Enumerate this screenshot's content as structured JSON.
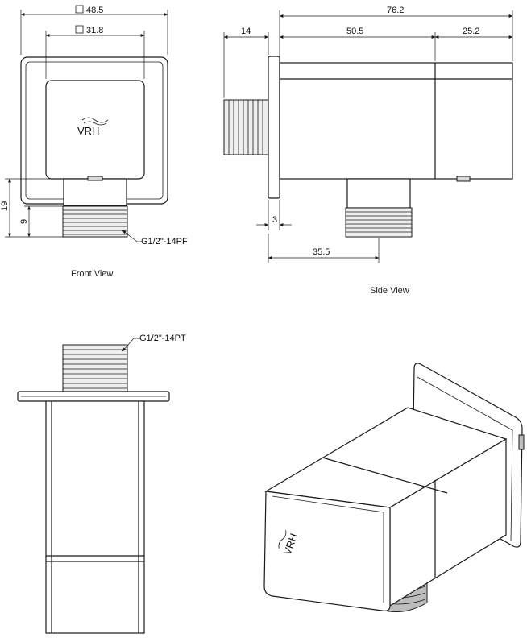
{
  "views": {
    "front_label": "Front View",
    "side_label": "Side View"
  },
  "dimensions": {
    "front_outer": "48.5",
    "front_inner": "31.8",
    "front_height": "19",
    "front_thread_height": "9",
    "side_total": "76.2",
    "side_thread": "14",
    "side_body": "50.5",
    "side_cap": "25.2",
    "side_plate": "3",
    "side_outlet": "35.5"
  },
  "callouts": {
    "front_thread": "G1/2\"-14PF",
    "top_thread": "G1/2\"-14PT"
  },
  "brand": {
    "logo_text": "VRH"
  }
}
